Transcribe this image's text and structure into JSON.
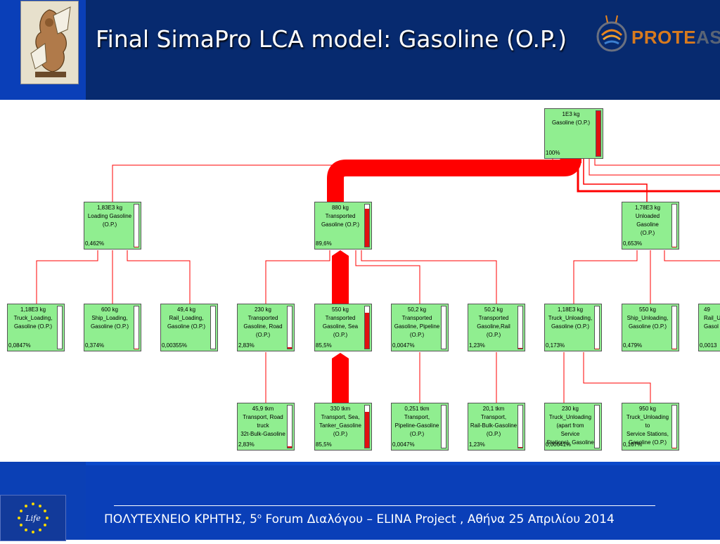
{
  "header": {
    "title": "Final SimaPro LCA model: Gasoline (O.P.)",
    "logo_brand_a": "PROTE",
    "logo_brand_b": "AS"
  },
  "nodes": {
    "root": {
      "title": "1E3 kg\nGasoline (O.P.)",
      "pct": "100%",
      "fill": 1.0
    },
    "loading": {
      "title": "1,83E3 kg\nLoading Gasoline\n(O.P.)",
      "pct": "0,462%",
      "fill": 0.005
    },
    "transported": {
      "title": "880 kg\nTransported\nGasoline (O.P.)",
      "pct": "89,6%",
      "fill": 0.896
    },
    "unloaded": {
      "title": "1,78E3 kg\nUnloaded Gasoline\n(O.P.)",
      "pct": "0,653%",
      "fill": 0.007
    },
    "truck_loading": {
      "title": "1,18E3 kg\nTruck_Loading,\nGasoline (O.P.)",
      "pct": "0,0847%",
      "fill": 0.001
    },
    "ship_loading": {
      "title": "600 kg\nShip_Loading,\nGasoline (O.P.)",
      "pct": "0,374%",
      "fill": 0.004
    },
    "rail_loading": {
      "title": "49,4 kg\nRail_Loading,\nGasoline (O.P.)",
      "pct": "0,00355%",
      "fill": 0.0
    },
    "tg_road": {
      "title": "230 kg\nTransported\nGasoline, Road\n(O.P.)",
      "pct": "2,83%",
      "fill": 0.028
    },
    "tg_sea": {
      "title": "550 kg\nTransported\nGasoline, Sea\n(O.P.)",
      "pct": "85,5%",
      "fill": 0.855
    },
    "tg_pipeline": {
      "title": "50,2 kg\nTransported\nGasoline, Pipeline\n(O.P.)",
      "pct": "0,0047%",
      "fill": 0.0
    },
    "tg_rail": {
      "title": "50,2 kg\nTransported\nGasoline,Rail (O.P.)",
      "pct": "1,23%",
      "fill": 0.012
    },
    "truck_unloading": {
      "title": "1,18E3 kg\nTruck_Unloading,\nGasoline (O.P.)",
      "pct": "0,173%",
      "fill": 0.002
    },
    "ship_unloading": {
      "title": "550 kg\nShip_Unloading,\nGasoline (O.P.)",
      "pct": "0,479%",
      "fill": 0.005
    },
    "rail_unloading": {
      "title": "49\nRail_U\nGasol",
      "pct": "0,0013",
      "fill": 0.0
    },
    "t_road": {
      "title": "45,9 tkm\nTransport, Road\ntruck\n32t-Bulk-Gasoline",
      "pct": "2,83%",
      "fill": 0.028
    },
    "t_sea": {
      "title": "330 tkm\nTransport, Sea,\nTanker_Gasoline\n(O.P.)",
      "pct": "85,5%",
      "fill": 0.855
    },
    "t_pipeline": {
      "title": "0,251 tkm\nTransport,\nPipeline-Gasoline\n(O.P.)",
      "pct": "0,0047%",
      "fill": 0.0
    },
    "t_rail": {
      "title": "20,1 tkm\nTransport,\nRail-Bulk-Gasoline\n(O.P.)",
      "pct": "1,23%",
      "fill": 0.012
    },
    "truck_unloading_apart": {
      "title": "230 kg\nTruck_Unloading\n(apart from Service\nStations), Gasoline",
      "pct": "0,00641%",
      "fill": 0.0
    },
    "truck_unloading_ss": {
      "title": "950 kg\nTruck_Unloading to\nService Stations,\nGasoline (O.P.)",
      "pct": "0,167%",
      "fill": 0.002
    }
  },
  "footer": {
    "rule": "___________________________________________________________________",
    "text_a": "ΠΟΛΥΤΕΧΝΕΙΟ ΚΡΗΤΗΣ, 5",
    "text_sup": "ο",
    "text_b": "  Forum Διαλόγου – ELINA Project , Αθήνα 25 Απριλίου 2014",
    "eu_label": "Life"
  },
  "colors": {
    "node_fill": "#90ee90",
    "flow": "#ff0000",
    "header": "#072a6f",
    "footer": "#0a3fb8"
  }
}
